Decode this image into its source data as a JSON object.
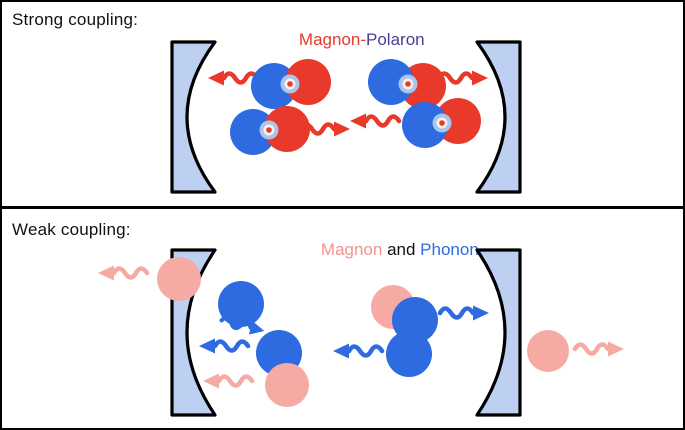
{
  "panels": {
    "strong": {
      "label": "Strong coupling:",
      "title": {
        "part1": "Magnon-",
        "part2": "Polaron"
      }
    },
    "weak": {
      "label": "Weak coupling:",
      "title": {
        "magnon": "Magnon",
        "and": " and ",
        "phonon": "Phonon"
      }
    }
  },
  "colors": {
    "red": "#e8392a",
    "blue": "#2e6ae0",
    "pink": "#f5aba4",
    "pink_text": "#f2948c",
    "purple": "#4a3d96",
    "mirror": "#bdd0f1",
    "swirl_outer": "#a9c5ee",
    "swirl_mid": "#f6f1e9",
    "swirl_core": "#e8392a",
    "text": "#111111"
  }
}
